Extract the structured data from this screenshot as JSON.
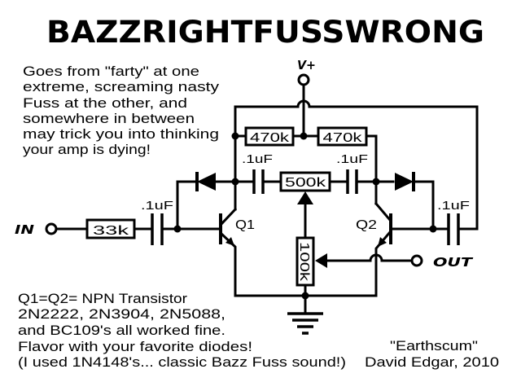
{
  "title": "BAZZRIGHTFUSSWRONG",
  "description": [
    "Goes from \"farty\" at one",
    "extreme, screaming nasty",
    "Fuss at the other, and",
    "somewhere in between",
    "may trick you into thinking",
    "your amp is dying!"
  ],
  "notes": [
    "Q1=Q2= NPN Transistor",
    "2N2222, 2N3904, 2N5088,",
    "and BC109's all worked fine.",
    "Flavor with your favorite diodes!",
    "(I used 1N4148's... classic Bazz Fuss sound!)"
  ],
  "credit": {
    "nickname": "\"Earthscum\"",
    "author": "David Edgar, 2010"
  },
  "schematic": {
    "terminals": {
      "supply": "V+",
      "input": "IN",
      "output": "OUT"
    },
    "transistors": {
      "q1": "Q1",
      "q2": "Q2"
    },
    "resistors": {
      "input": "33k",
      "bias_left": "470k",
      "bias_right": "470k",
      "blend_pot": "500k",
      "volume_pot": "100k"
    },
    "capacitors": {
      "input": ".1uF",
      "feedback_left": ".1uF",
      "feedback_right": ".1uF",
      "output": ".1uF"
    }
  },
  "colors": {
    "ink": "#000000",
    "background": "#ffffff"
  }
}
